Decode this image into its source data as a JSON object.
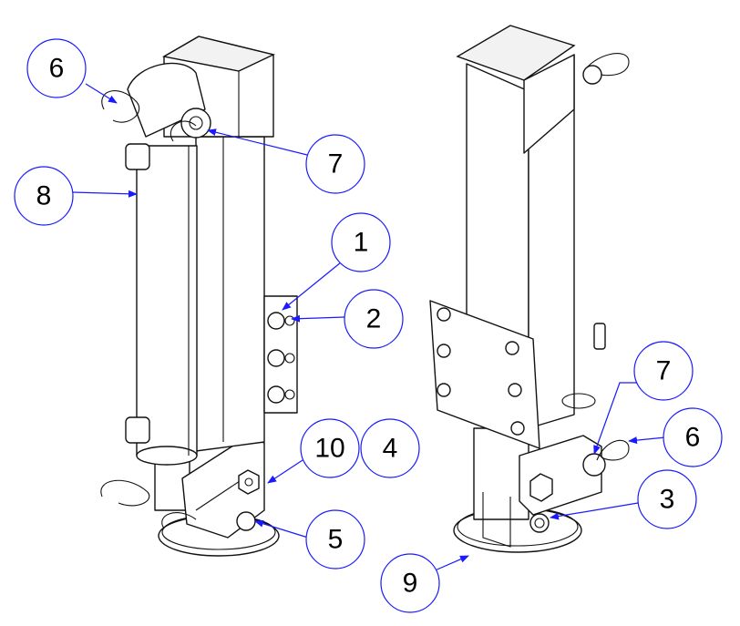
{
  "colors": {
    "callout": "#1a1aff",
    "line": "#111111",
    "background": "#ffffff"
  },
  "callouts": {
    "c1": "1",
    "c2": "2",
    "c3": "3",
    "c4": "4",
    "c5": "5",
    "c6_left": "6",
    "c6_right": "6",
    "c7_left": "7",
    "c7_right": "7",
    "c8": "8",
    "c9": "9",
    "c10": "10"
  }
}
